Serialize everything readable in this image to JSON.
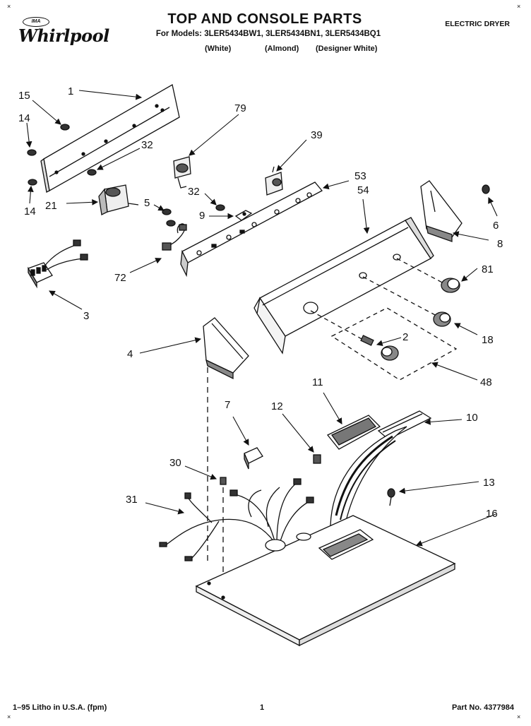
{
  "header": {
    "brand_badge": "IMA",
    "brand": "Whirlpool",
    "title": "TOP AND CONSOLE PARTS",
    "models": "For Models: 3LER5434BW1, 3LER5434BN1, 3LER5434BQ1",
    "colors": [
      "(White)",
      "(Almond)",
      "(Designer White)"
    ],
    "product_type": "ELECTRIC DRYER"
  },
  "corner_marks": [
    "×",
    "×",
    "×",
    "×"
  ],
  "diagram": {
    "callouts": [
      "1",
      "15",
      "14",
      "32",
      "14",
      "21",
      "5",
      "79",
      "39",
      "53",
      "54",
      "32",
      "9",
      "72",
      "3",
      "6",
      "8",
      "81",
      "18",
      "2",
      "48",
      "4",
      "11",
      "10",
      "7",
      "12",
      "30",
      "31",
      "13",
      "16"
    ]
  },
  "footer": {
    "left": "1–95 Litho in U.S.A. (fpm)",
    "page": "1",
    "part_no": "Part No. 4377984"
  }
}
